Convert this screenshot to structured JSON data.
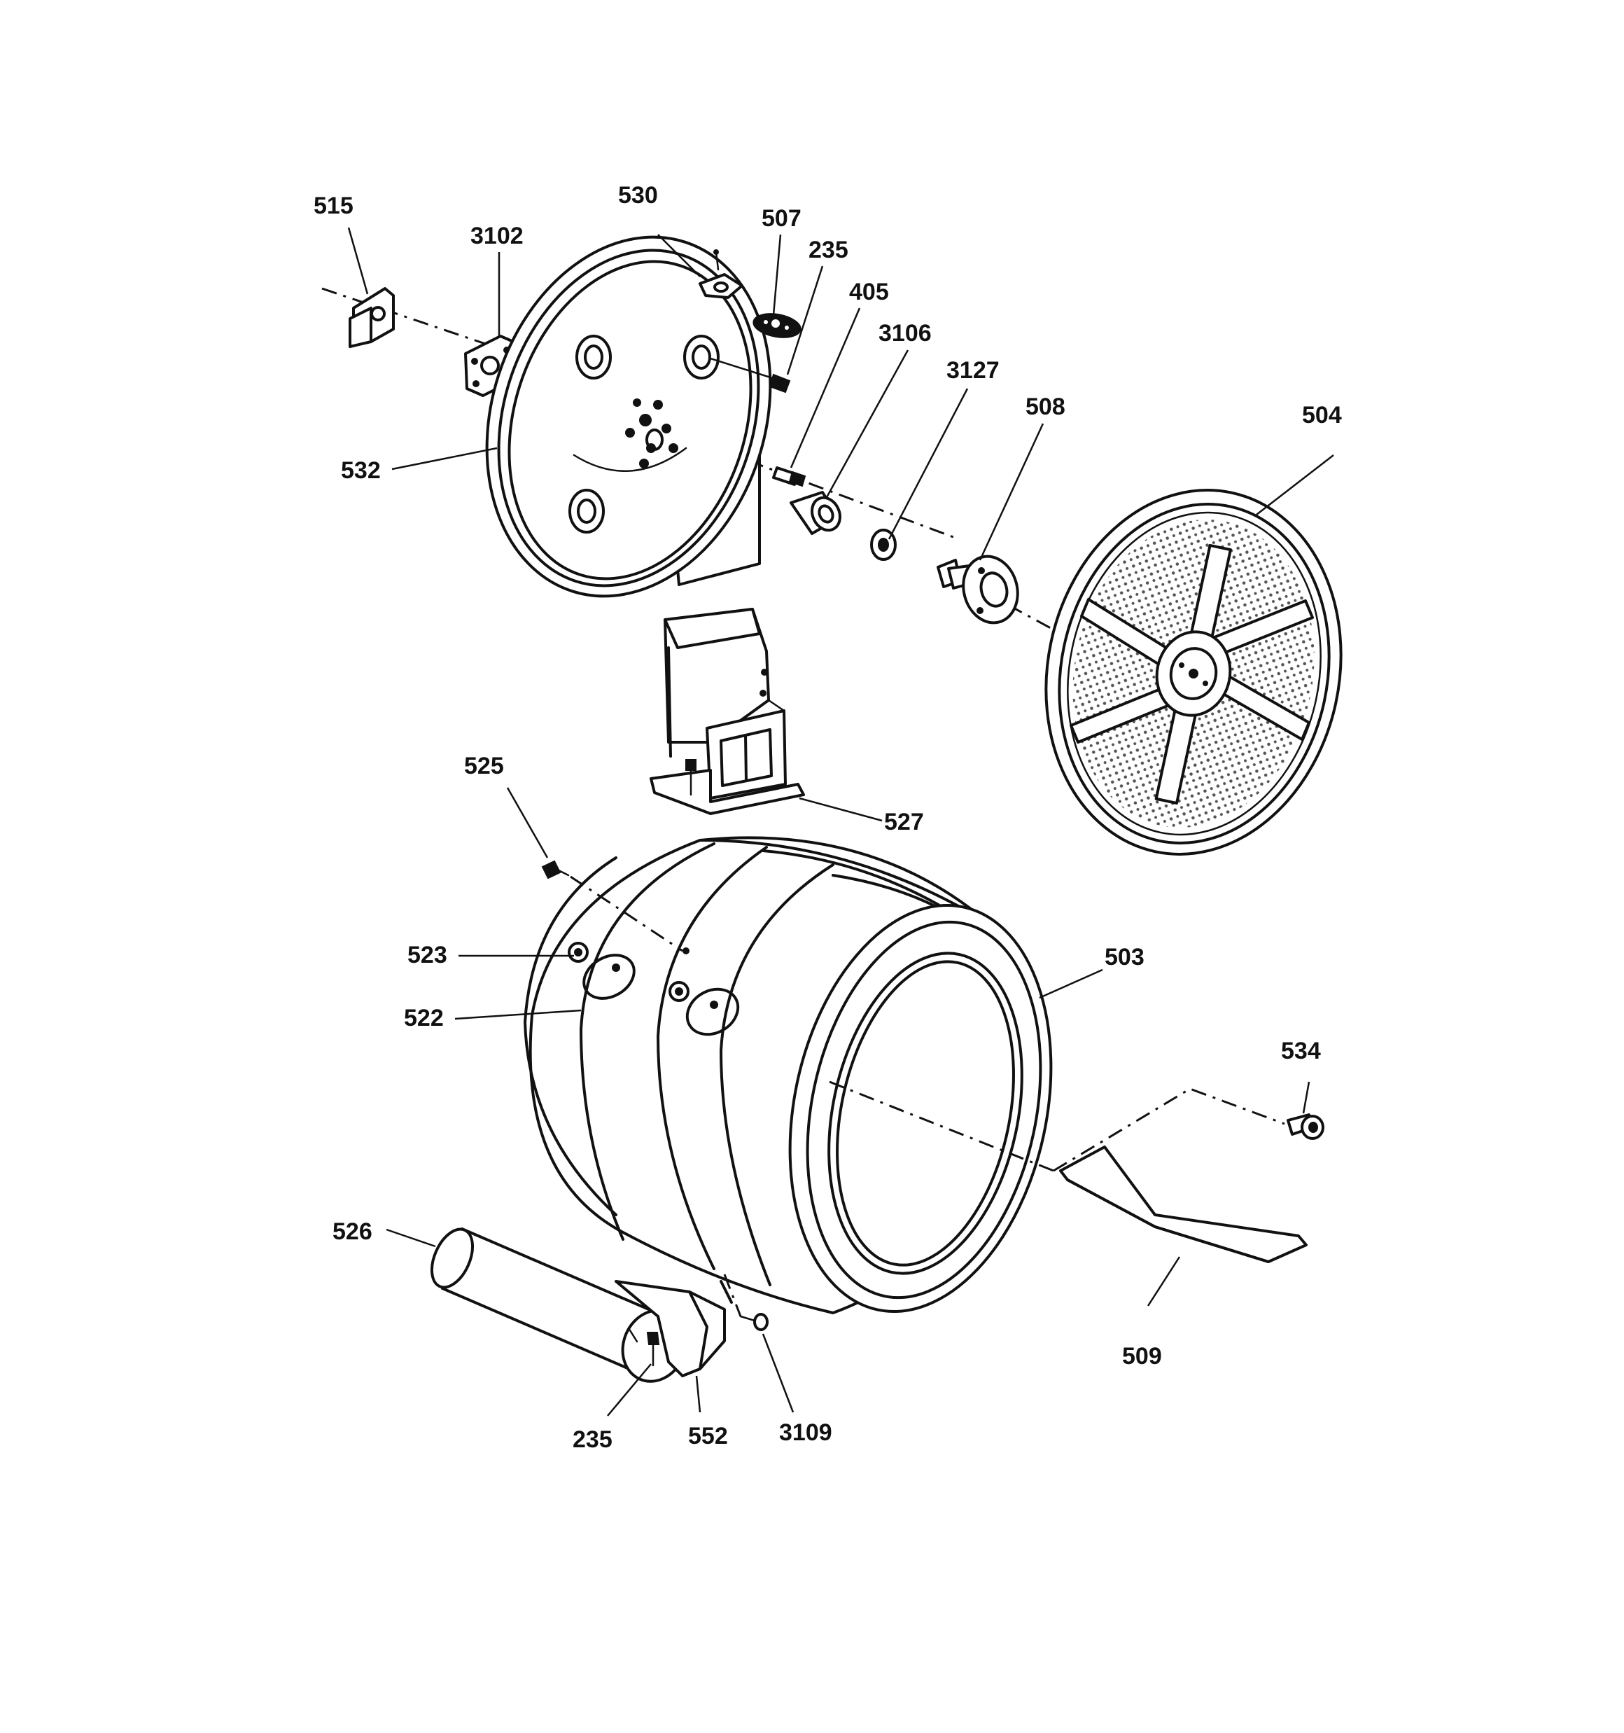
{
  "diagram": {
    "callouts": {
      "c515": "515",
      "c3102": "3102",
      "c530": "530",
      "c507": "507",
      "c235a": "235",
      "c405": "405",
      "c3106": "3106",
      "c3127": "3127",
      "c508": "508",
      "c504": "504",
      "c532": "532",
      "c525": "525",
      "c527": "527",
      "c523": "523",
      "c522": "522",
      "c503": "503",
      "c534": "534",
      "c526": "526",
      "c509": "509",
      "c235b": "235",
      "c552": "552",
      "c3109": "3109"
    }
  }
}
